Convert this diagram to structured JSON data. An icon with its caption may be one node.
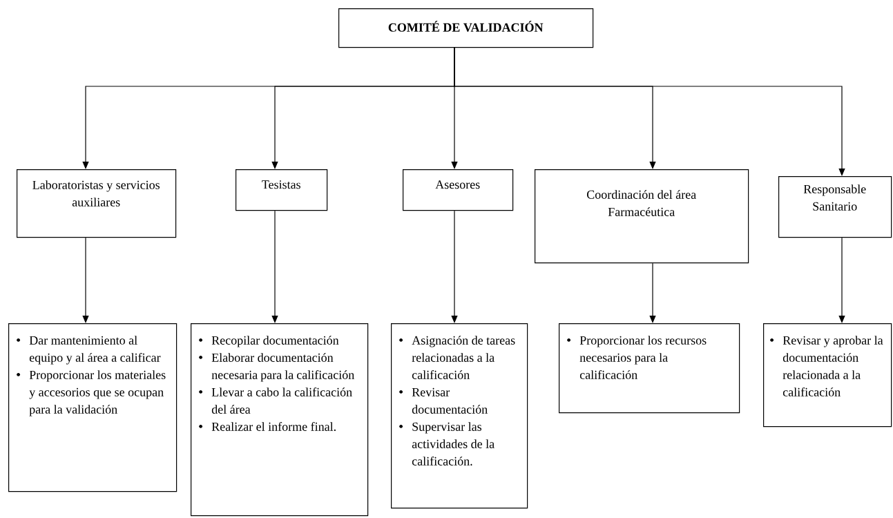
{
  "diagram": {
    "nodes": [
      {
        "text": [
          "COMITÉ DE VALIDACIÓN"
        ]
      },
      {
        "text": [
          "Laboratoristas y servicios auxiliares"
        ]
      },
      {
        "text": [
          "Tesistas"
        ]
      },
      {
        "text": [
          "Asesores"
        ]
      },
      {
        "text": [
          "Coordinación del área Farmacéutica"
        ]
      },
      {
        "text": [
          "Responsable Sanitario"
        ]
      },
      {
        "text": [
          "Dar mantenimiento al equipo y al área a calificar",
          "Proporcionar los materiales y accesorios que se ocupan para la validación"
        ]
      },
      {
        "text": [
          "Recopilar documentación",
          "Elaborar documentación necesaria para la calificación",
          "Llevar a cabo la calificación del área",
          "Realizar el informe final."
        ]
      },
      {
        "text": [
          "Asignación de tareas relacionadas a la calificación",
          "Revisar documentación",
          "Supervisar las actividades de la calificación."
        ]
      },
      {
        "text": [
          "Proporcionar los recursos necesarios para la calificación"
        ]
      },
      {
        "text": [
          "Revisar y aprobar la documentación relacionada a la calificación"
        ]
      }
    ],
    "edges": [
      {
        "from": 0,
        "to": 1,
        "arrow": "to"
      },
      {
        "from": 0,
        "to": 2,
        "arrow": "to"
      },
      {
        "from": 0,
        "to": 3,
        "arrow": "to"
      },
      {
        "from": 0,
        "to": 4,
        "arrow": "to"
      },
      {
        "from": 0,
        "to": 5,
        "arrow": "to"
      },
      {
        "from": 1,
        "to": 6,
        "arrow": "to"
      },
      {
        "from": 2,
        "to": 7,
        "arrow": "to"
      },
      {
        "from": 3,
        "to": 8,
        "arrow": "to"
      },
      {
        "from": 4,
        "to": 9,
        "arrow": "to"
      },
      {
        "from": 5,
        "to": 10,
        "arrow": "to"
      }
    ]
  }
}
